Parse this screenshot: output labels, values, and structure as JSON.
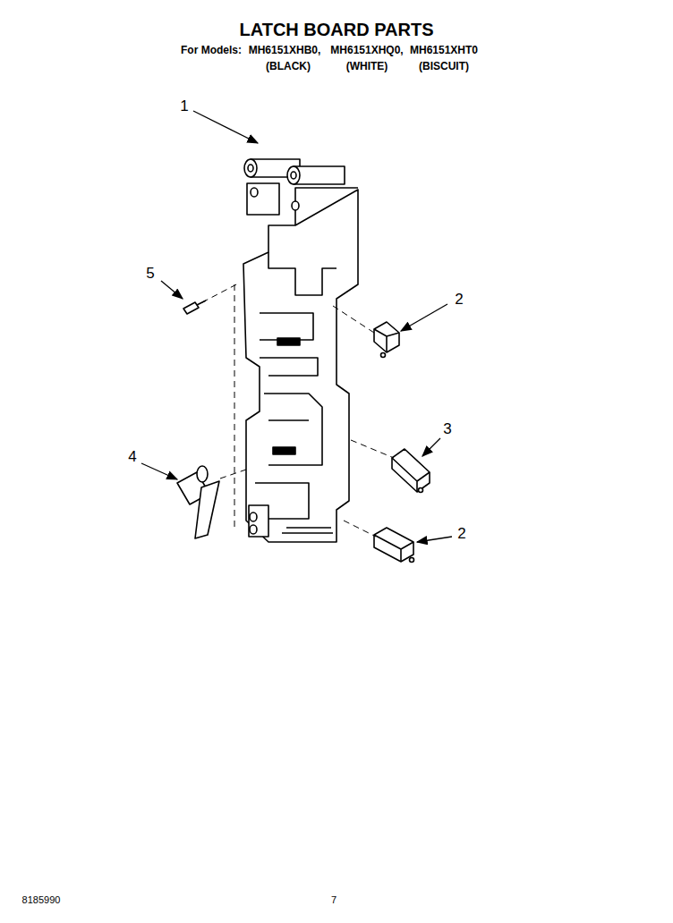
{
  "diagram": {
    "title": "LATCH BOARD PARTS",
    "labels": [
      "For Models:",
      "MH6151XHB0,",
      "MH6151XHQ0,",
      "MH6151XHT0",
      "(BLACK)",
      "(WHITE)",
      "(BISCUIT)",
      "1",
      "5",
      "2",
      "3",
      "4",
      "2",
      "8185990",
      "7"
    ]
  }
}
